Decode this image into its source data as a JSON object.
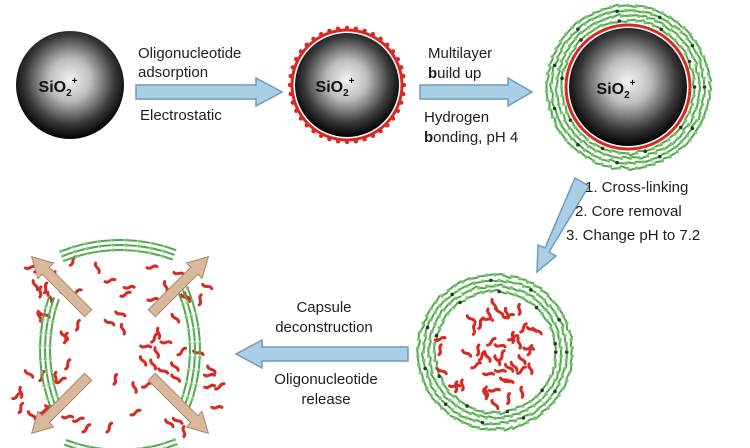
{
  "core": {
    "label": "SiO",
    "sub": "2",
    "sup": "+"
  },
  "step1": {
    "line1": "Oligonucleotide",
    "line2": "adsorption",
    "line3": "Electrostatic"
  },
  "step2": {
    "line1": "Multilayer",
    "line2_bold": "b",
    "line2_rest": "uild up",
    "line3": "Hydrogen",
    "line4_bold": "b",
    "line4_rest": "onding, pH 4"
  },
  "step3": {
    "items": [
      "1. Cross-linking",
      "2. Core removal",
      "3. Change pH to 7.2"
    ]
  },
  "step4": {
    "line1": "Capsule",
    "line2": "deconstruction",
    "line3": "Oligonucleotide",
    "line4": "release"
  },
  "colors": {
    "arrow_fill": "#a8cfe6",
    "arrow_stroke": "#6f9cb6",
    "oligo_red": "#d62a24",
    "polymer_green": "#4fa84b",
    "core_dark": "#000000",
    "core_light": "#f2f2f2",
    "release_arrow": "#d9b99b"
  }
}
